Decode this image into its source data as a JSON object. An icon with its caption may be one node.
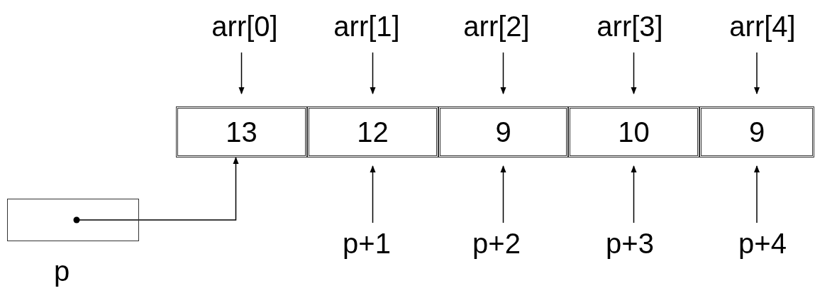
{
  "diagram": {
    "nodes": [
      {
        "text": [
          "arr[0]"
        ]
      },
      {
        "text": [
          "arr[1]"
        ]
      },
      {
        "text": [
          "arr[2]"
        ]
      },
      {
        "text": [
          "arr[3]"
        ]
      },
      {
        "text": [
          "arr[4]"
        ]
      },
      {
        "text": [
          "13"
        ]
      },
      {
        "text": [
          "12"
        ]
      },
      {
        "text": [
          "9"
        ]
      },
      {
        "text": [
          "10"
        ]
      },
      {
        "text": [
          "9"
        ]
      },
      {
        "text": [],
        "shape": "box",
        "beside": [
          "p"
        ]
      },
      {
        "text": [
          "p+1"
        ]
      },
      {
        "text": [
          "p+2"
        ]
      },
      {
        "text": [
          "p+3"
        ]
      },
      {
        "text": [
          "p+4"
        ]
      }
    ],
    "edges": [
      {
        "from": 0,
        "to": 5,
        "arrow": "to"
      },
      {
        "from": 1,
        "to": 6,
        "arrow": "to"
      },
      {
        "from": 2,
        "to": 7,
        "arrow": "to"
      },
      {
        "from": 3,
        "to": 8,
        "arrow": "to"
      },
      {
        "from": 4,
        "to": 9,
        "arrow": "to"
      },
      {
        "from": 10,
        "to": 5,
        "arrow": "to"
      },
      {
        "from": 11,
        "to": 6,
        "arrow": "to"
      },
      {
        "from": 12,
        "to": 7,
        "arrow": "to"
      },
      {
        "from": 13,
        "to": 8,
        "arrow": "to"
      },
      {
        "from": 14,
        "to": 9,
        "arrow": "to"
      }
    ]
  }
}
